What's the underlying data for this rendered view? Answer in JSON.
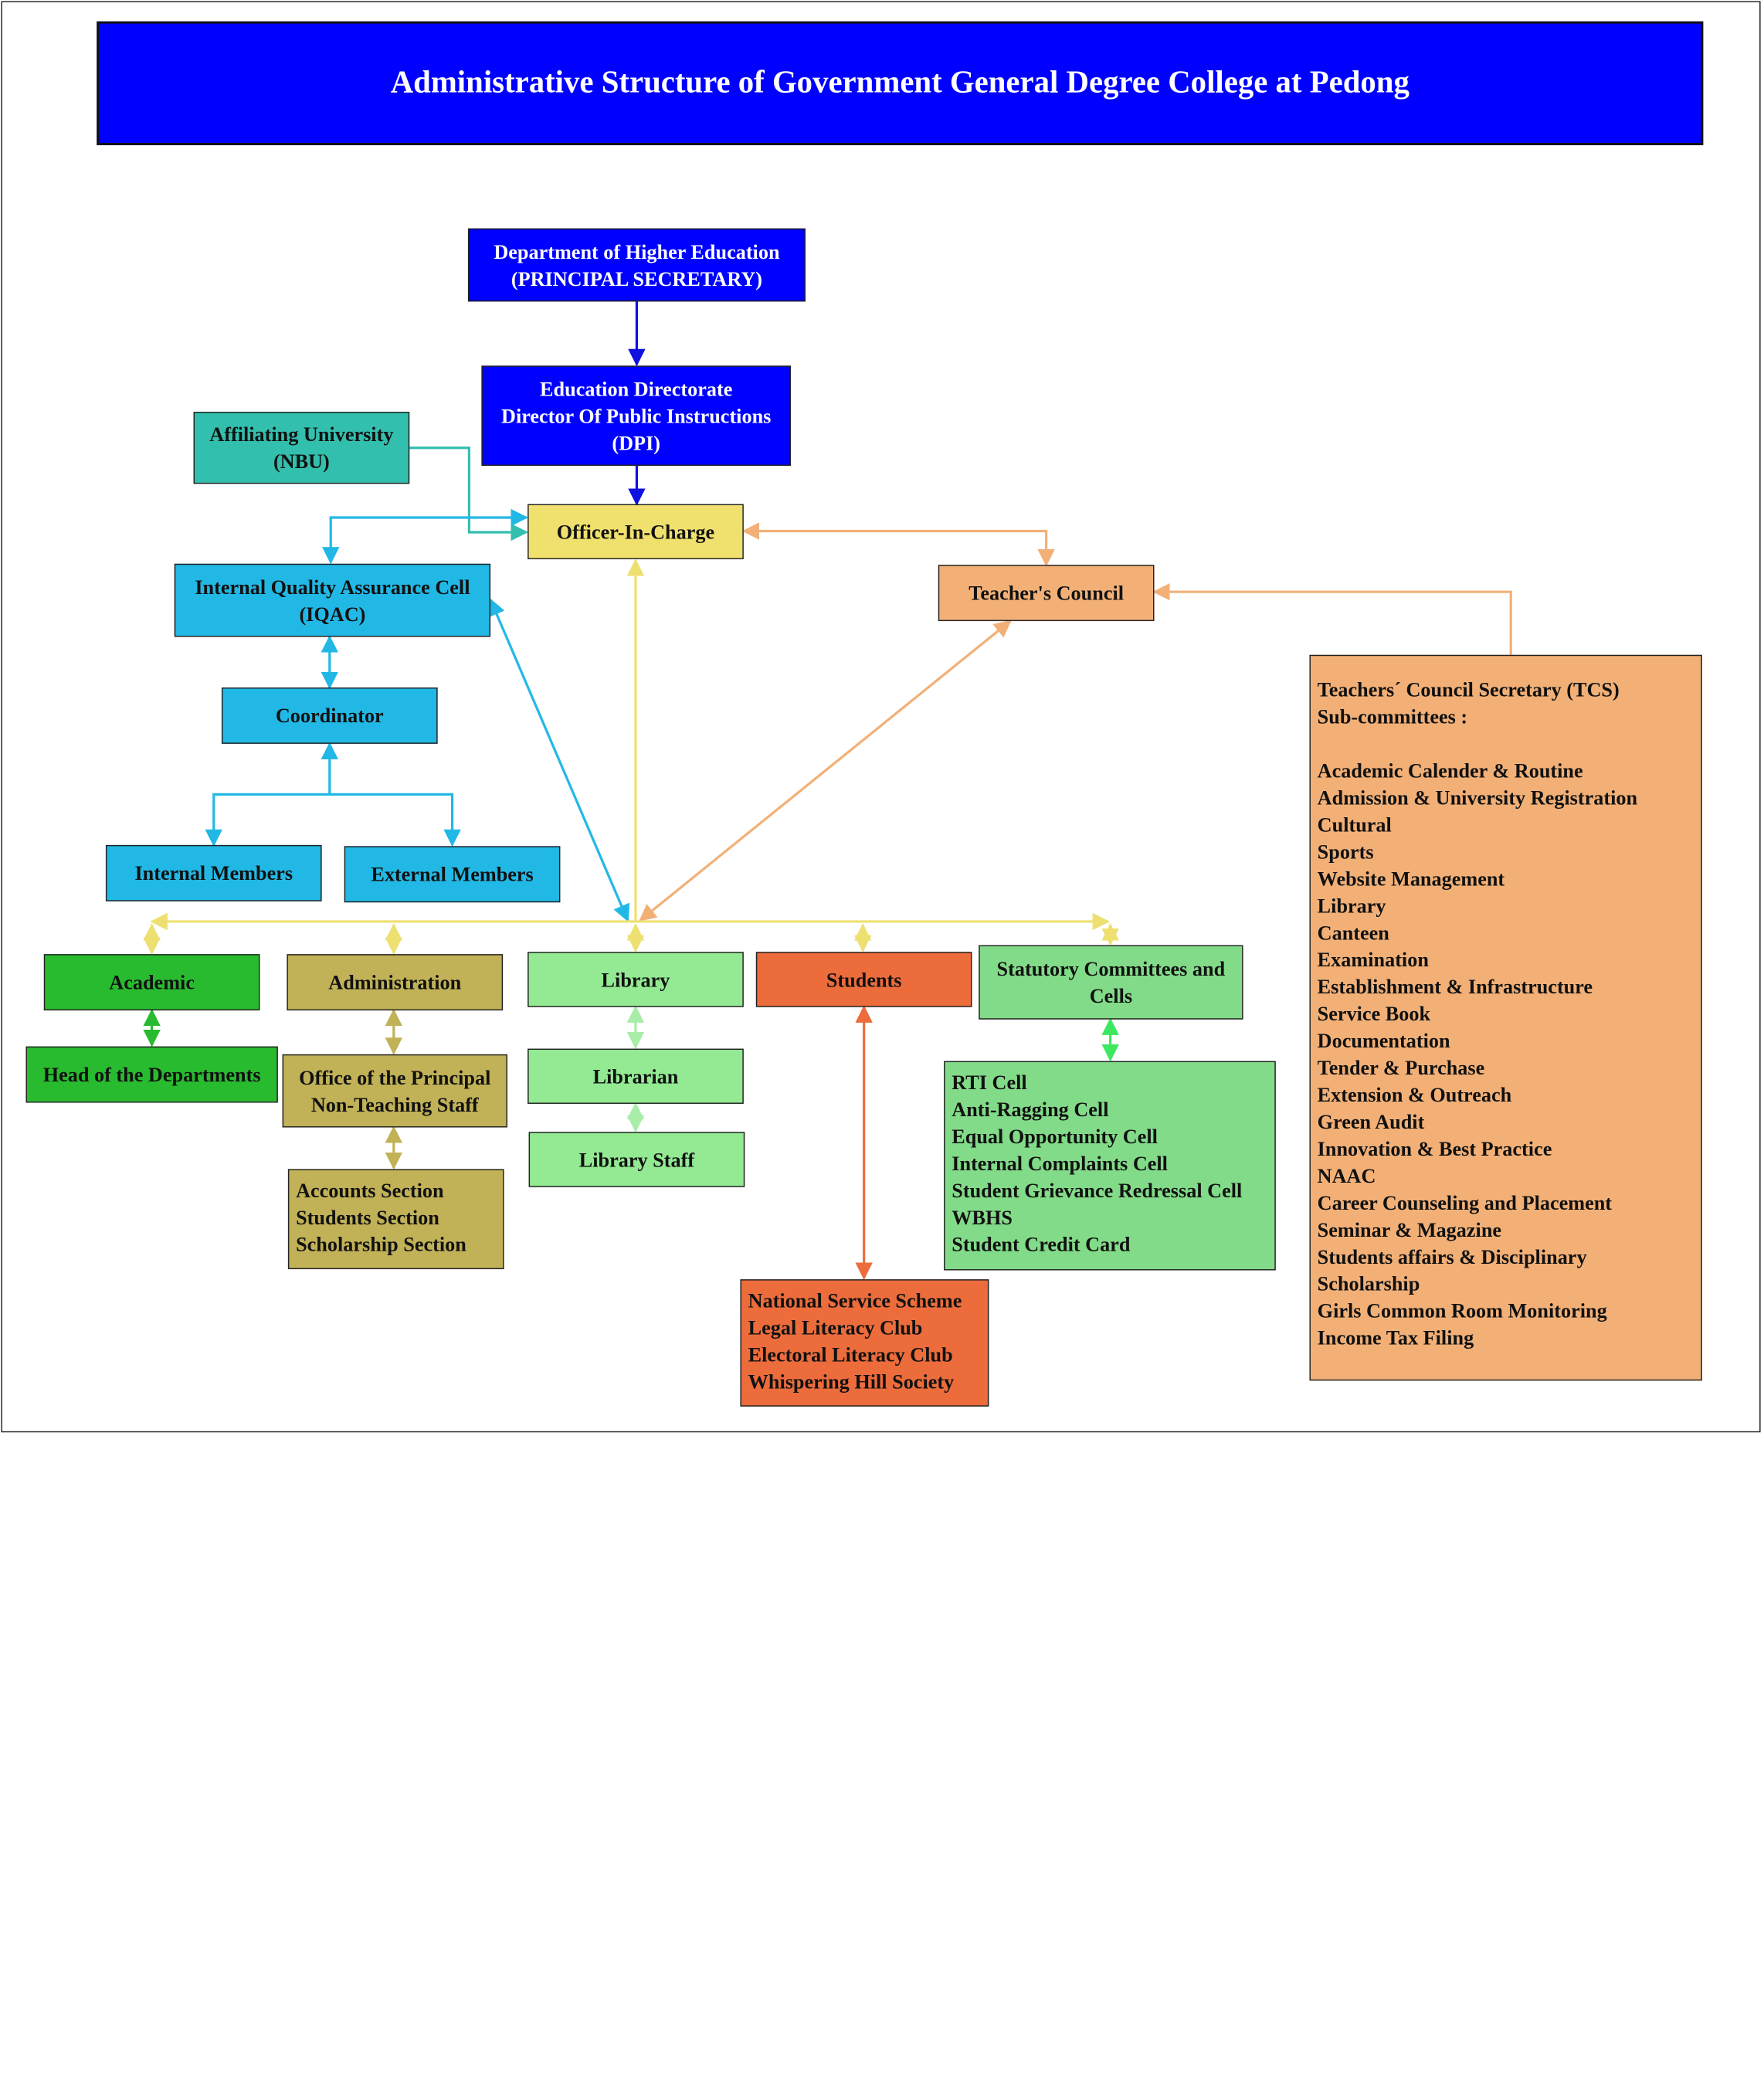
{
  "title": "Administrative Structure of Government General Degree College at Pedong",
  "colors": {
    "title_bg": "#0000ff",
    "government": "#0000ff",
    "university": "#33bfae",
    "officer": "#f0e06e",
    "iqac": "#22b8e6",
    "teachers_council": "#f2b077",
    "academic": "#29bb2f",
    "administration": "#c1b157",
    "library": "#93ea93",
    "students": "#ec6c3c",
    "statutory": "#82db88"
  },
  "nodes": {
    "dhe": [
      "Department of Higher Education",
      "(PRINCIPAL SECRETARY)"
    ],
    "dpi": [
      "Education Directorate",
      "Director Of Public Instructions",
      "(DPI)"
    ],
    "university": [
      "Affiliating University",
      "(NBU)"
    ],
    "officer": "Officer-In-Charge",
    "teachers_council": "Teacher's Council",
    "iqac": [
      "Internal Quality Assurance Cell",
      "(IQAC)"
    ],
    "coordinator": "Coordinator",
    "internal_members": "Internal Members",
    "external_members": "External Members",
    "academic": "Academic",
    "hod": "Head of the Departments",
    "administration": "Administration",
    "office_principal": [
      "Office of the Principal",
      "Non-Teaching Staff"
    ],
    "sections": [
      "Accounts Section",
      "Students Section",
      "Scholarship Section"
    ],
    "library": "Library",
    "librarian": "Librarian",
    "library_staff": "Library Staff",
    "students": "Students",
    "student_bodies": [
      "National Service Scheme",
      "Legal Literacy Club",
      "Electoral Literacy Club",
      "Whispering Hill Society"
    ],
    "statutory": [
      "Statutory Committees and",
      "Cells"
    ],
    "cells": [
      "RTI Cell",
      "Anti-Ragging Cell",
      "Equal Opportunity Cell",
      "Internal Complaints Cell",
      "Student Grievance Redressal Cell",
      "WBHS",
      "Student Credit Card"
    ],
    "tcs": {
      "heading": [
        "Teachers´ Council Secretary (TCS)",
        "Sub-committees :"
      ],
      "items": [
        "Academic Calender & Routine",
        "Admission & University Registration",
        "Cultural",
        "Sports",
        "Website Management",
        "Library",
        "Canteen",
        "Examination",
        "Establishment & Infrastructure",
        "Service Book",
        "Documentation",
        "Tender & Purchase",
        "Extension & Outreach",
        "Green Audit",
        "Innovation & Best Practice",
        "NAAC",
        "Career Counseling and Placement",
        "Seminar & Magazine",
        "Students affairs & Disciplinary",
        "Scholarship",
        "Girls Common Room Monitoring",
        "Income Tax Filing"
      ]
    }
  }
}
